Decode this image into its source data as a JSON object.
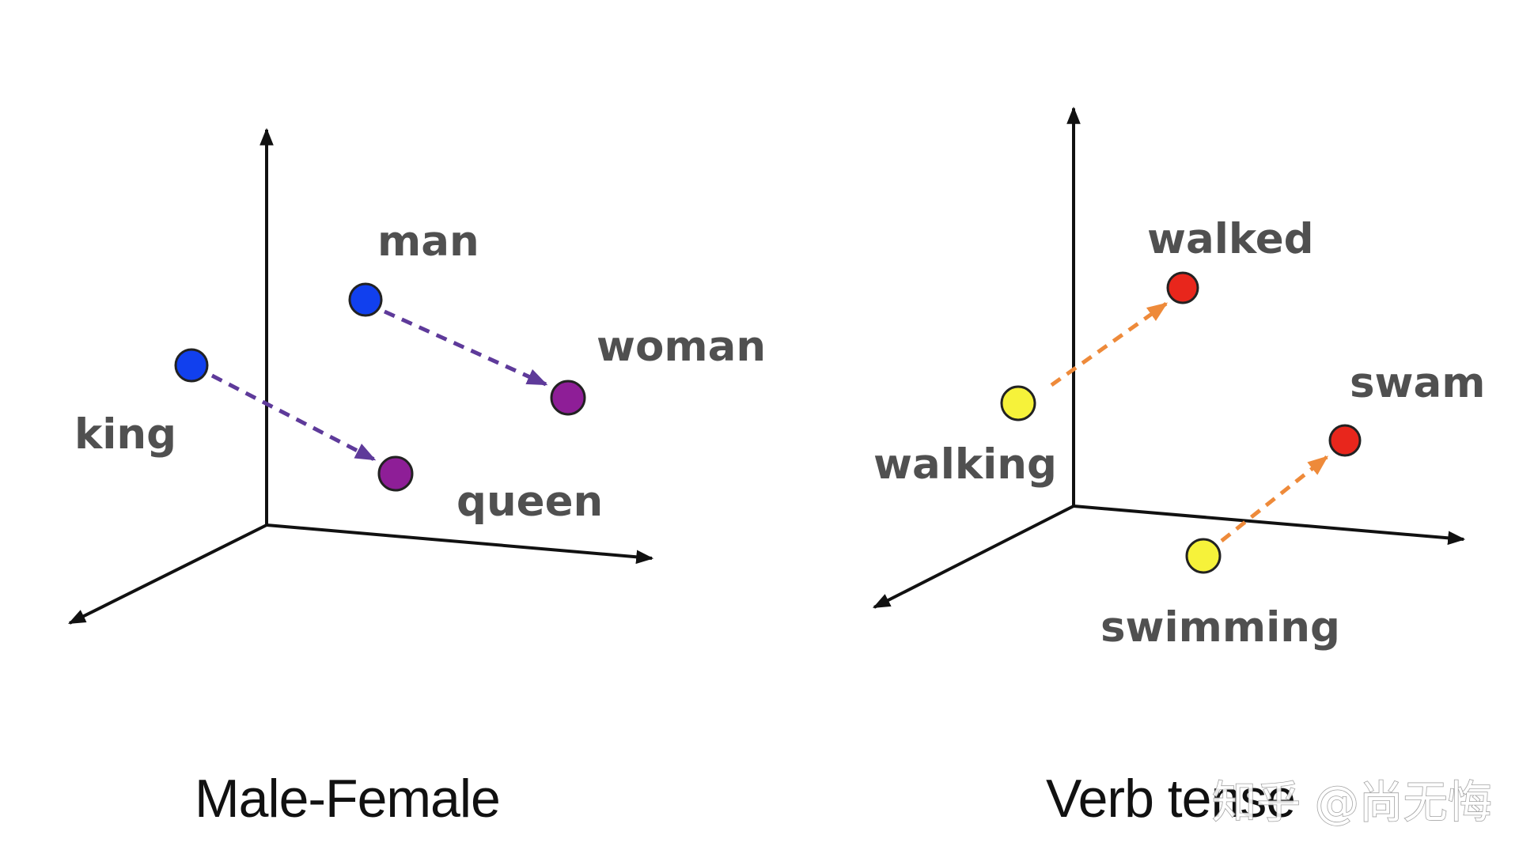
{
  "panels": [
    {
      "caption": "Male-Female",
      "words": {
        "man": "man",
        "woman": "woman",
        "king": "king",
        "queen": "queen"
      },
      "colors": {
        "male_point": "#1140ee",
        "female_point": "#8e1e97",
        "arrow": "#5e3a9a"
      }
    },
    {
      "caption": "Verb tense",
      "words": {
        "walked": "walked",
        "swam": "swam",
        "walking": "walking",
        "swimming": "swimming"
      },
      "colors": {
        "present_point": "#f6f23a",
        "past_point": "#e8261c",
        "arrow": "#ee8a3a"
      }
    }
  ],
  "watermark": "知乎 @尚无悔"
}
